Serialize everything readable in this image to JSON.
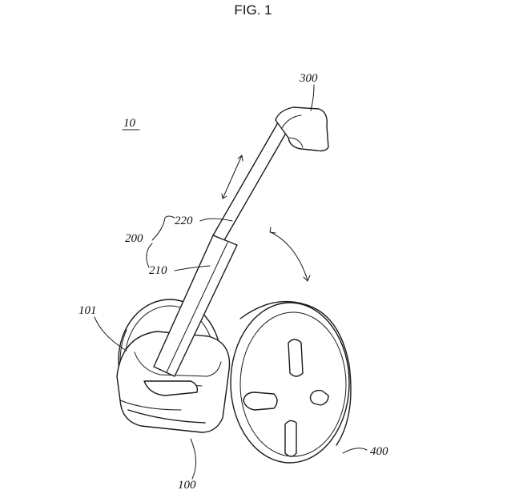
{
  "figure": {
    "title": "FIG. 1",
    "labels": {
      "assembly": "10",
      "body": "100",
      "footrest": "101",
      "steering": "200",
      "upper_pole": "220",
      "lower_pole": "210",
      "handle": "300",
      "wheel": "400"
    }
  }
}
